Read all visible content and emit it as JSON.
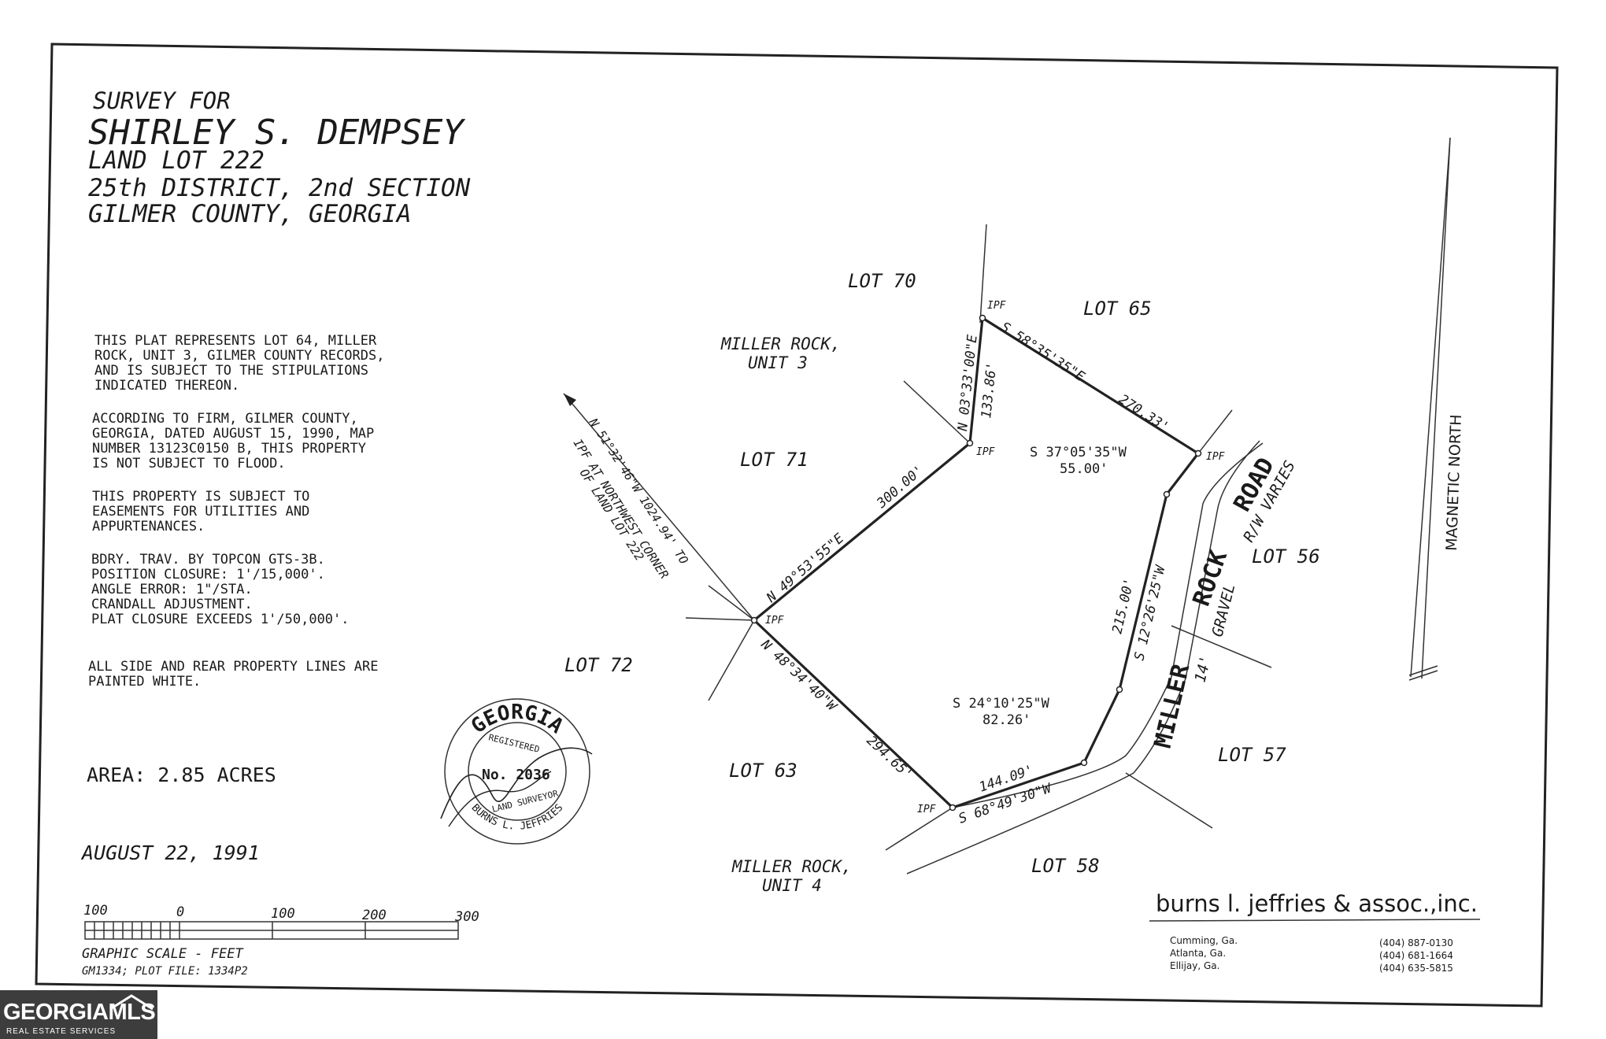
{
  "title": {
    "line1": "SURVEY FOR",
    "line2": "SHIRLEY S. DEMPSEY",
    "line3": "LAND LOT 222",
    "line4": "25th DISTRICT, 2nd SECTION",
    "line5": "GILMER COUNTY, GEORGIA"
  },
  "notes": {
    "n1": [
      "THIS PLAT REPRESENTS LOT 64, MILLER",
      "ROCK, UNIT 3, GILMER COUNTY RECORDS,",
      "AND IS SUBJECT TO THE STIPULATIONS",
      "INDICATED THEREON."
    ],
    "n2": [
      "ACCORDING TO FIRM, GILMER COUNTY,",
      "GEORGIA, DATED AUGUST 15, 1990, MAP",
      "NUMBER 13123C0150 B, THIS PROPERTY",
      "IS NOT SUBJECT TO FLOOD."
    ],
    "n3": [
      "THIS PROPERTY IS SUBJECT TO",
      "EASEMENTS FOR UTILITIES AND",
      "APPURTENANCES."
    ],
    "n4": [
      "BDRY. TRAV. BY TOPCON GTS-3B.",
      "POSITION CLOSURE: 1'/15,000'.",
      "ANGLE ERROR: 1\"/STA.",
      "CRANDALL ADJUSTMENT.",
      "PLAT CLOSURE EXCEEDS 1'/50,000'."
    ],
    "n5": [
      "ALL SIDE AND REAR PROPERTY LINES ARE",
      "PAINTED WHITE."
    ]
  },
  "area": "AREA: 2.85 ACRES",
  "date": "AUGUST 22, 1991",
  "scale": {
    "ticks": [
      "100",
      "0",
      "100",
      "200",
      "300"
    ],
    "label": "GRAPHIC SCALE - FEET",
    "file": "GM1334; PLOT FILE: 1334P2"
  },
  "lots": {
    "lot70": "LOT 70",
    "lot65": "LOT 65",
    "lot71": "LOT 71",
    "lot72": "LOT 72",
    "lot63": "LOT 63",
    "lot56": "LOT 56",
    "lot57": "LOT 57",
    "lot58": "LOT 58",
    "mr3a": "MILLER ROCK,",
    "mr3b": "UNIT 3",
    "mr4a": "MILLER ROCK,",
    "mr4b": "UNIT 4"
  },
  "bearings": {
    "b_north1": "N 03°33'00\"E",
    "b_north2": "133.86'",
    "b_ne1": "S 58°35'35\"E",
    "b_ne2": "270.33'",
    "b_nw1": "N 49°53'55\"E",
    "b_nw2": "300.00'",
    "b_sw1": "N 48°34'40\"W",
    "b_sw2": "294.65'",
    "b_s1": "S 68°49'30\"W",
    "b_s2": "144.09'",
    "b_e1": "215.00'",
    "b_e2": "S 12°26'25\"W",
    "b_c1a": "S 37°05'35\"W",
    "b_c1b": "55.00'",
    "b_c2a": "S 24°10'25\"W",
    "b_c2b": "82.26'",
    "tie1": "N 51°32'46\"W  1024.94' TO",
    "tie2": "IPF AT NORTHWEST CORNER",
    "tie3": "OF LAND LOT 222",
    "ipf": "IPF"
  },
  "road": {
    "name1": "MILLER",
    "name2": "ROCK",
    "name3": "ROAD",
    "rw": "R/W VARIES",
    "gravel": "GRAVEL",
    "width": "14'"
  },
  "north_label": "MAGNETIC NORTH",
  "seal": {
    "state": "GEORGIA",
    "registered": "REGISTERED",
    "number": "No. 2036",
    "surveyor": "LAND SURVEYOR",
    "name": "BURNS L. JEFFRIES"
  },
  "firm": {
    "name": "burns l. jeffries & assoc.,inc.",
    "cities": [
      "Cumming, Ga.",
      "Atlanta, Ga.",
      "Ellijay, Ga."
    ],
    "phones": [
      "(404) 887-0130",
      "(404) 681-1664",
      "(404) 635-5815"
    ]
  },
  "watermark": {
    "main": "GEORGIAMLS",
    "sub": "REAL ESTATE SERVICES"
  }
}
